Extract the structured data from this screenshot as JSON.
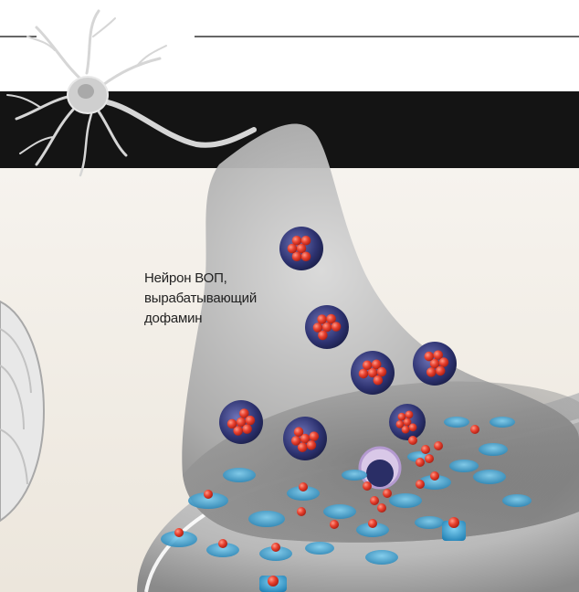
{
  "label": {
    "lines": [
      "Нейрон ВОП,",
      "вырабатывающий",
      "дофамин"
    ]
  },
  "colors": {
    "band": "#141414",
    "background": "#f3efe8",
    "neuron": "#9a9a9a",
    "vesicle_shell": "#3a3f7a",
    "dopamine": "#e8402e",
    "receptor": "#3aa6d8"
  }
}
